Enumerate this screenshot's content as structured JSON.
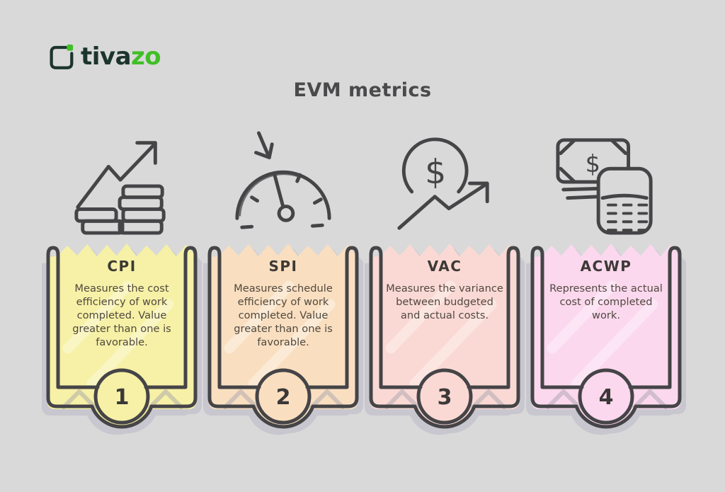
{
  "colors": {
    "background": "#d9d9d9",
    "ink": "#454447",
    "shadow": "#c8c7cf",
    "title_text": "#4a4a4c",
    "heading_text": "#3d3936",
    "body_text": "#51483f",
    "logo_dark": "#1c352c",
    "logo_green": "#3fbf26"
  },
  "logo": {
    "text_primary": "tiva",
    "text_accent": "zo",
    "icon": "tivazo-checkbox-leaf-icon"
  },
  "title": "EVM metrics",
  "icons": {
    "column_1": "growth-chart-coins-icon",
    "column_2": "speedometer-arrow-icon",
    "column_3": "dollar-circle-growth-icon",
    "column_4": "banknote-calculator-icon"
  },
  "cards": [
    {
      "label": "CPI",
      "description": "Measures the cost efficiency of work completed. Value greater than one is favorable.",
      "number": "1",
      "color": "#f6f1a6"
    },
    {
      "label": "SPI",
      "description": "Measures schedule efficiency of work completed. Value greater than one is favorable.",
      "number": "2",
      "color": "#f9dfc0"
    },
    {
      "label": "VAC",
      "description": "Measures the variance between budgeted and actual costs.",
      "number": "3",
      "color": "#fad9d4"
    },
    {
      "label": "ACWP",
      "description": "Represents the actual cost of completed work.",
      "number": "4",
      "color": "#fbd8ee"
    }
  ]
}
